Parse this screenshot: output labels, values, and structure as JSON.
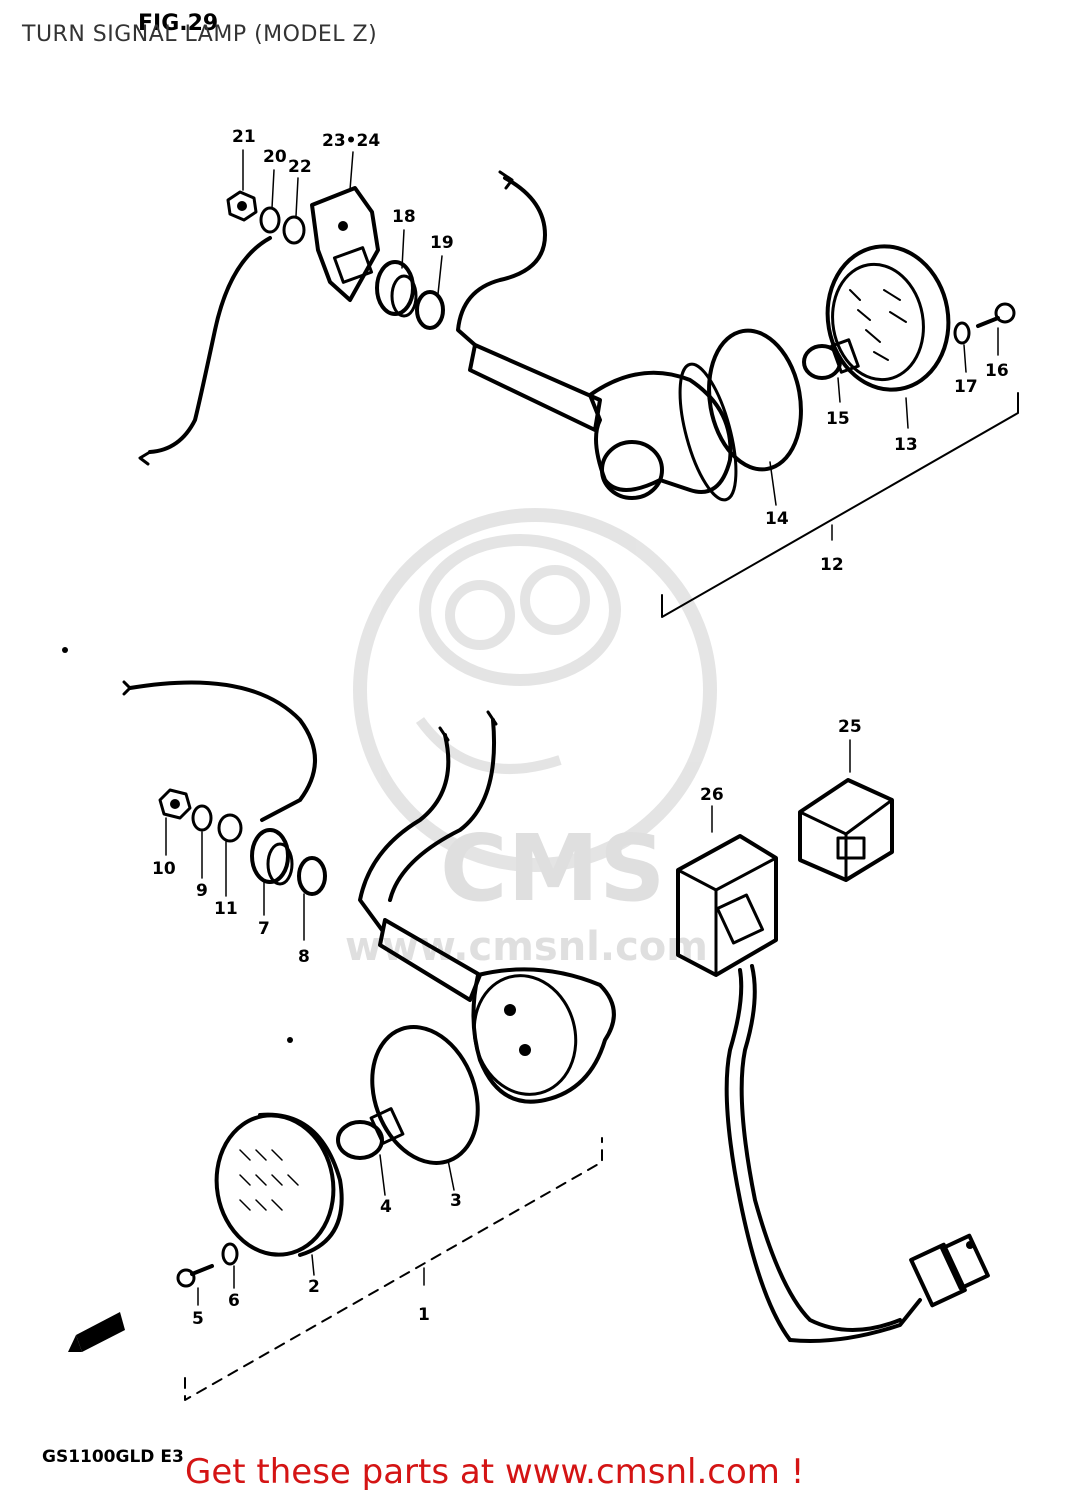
{
  "header": {
    "title": "TURN SIGNAL LAMP (MODEL Z)"
  },
  "figure": {
    "label": "FIG.29",
    "model_code": "GS1100GLD E3"
  },
  "watermark": {
    "brand": "CMS",
    "url": "www.cmsnl.com"
  },
  "callouts": {
    "p1": "1",
    "p2": "2",
    "p3": "3",
    "p4": "4",
    "p5": "5",
    "p6": "6",
    "p7": "7",
    "p8": "8",
    "p9": "9",
    "p10": "10",
    "p11": "11",
    "p12": "12",
    "p13": "13",
    "p14": "14",
    "p15": "15",
    "p16": "16",
    "p17": "17",
    "p18": "18",
    "p19": "19",
    "p20": "20",
    "p21": "21",
    "p22": "22",
    "p23_24": "23•24",
    "p25": "25",
    "p26": "26"
  },
  "footer": {
    "cta": "Get these parts at www.cmsnl.com !"
  }
}
